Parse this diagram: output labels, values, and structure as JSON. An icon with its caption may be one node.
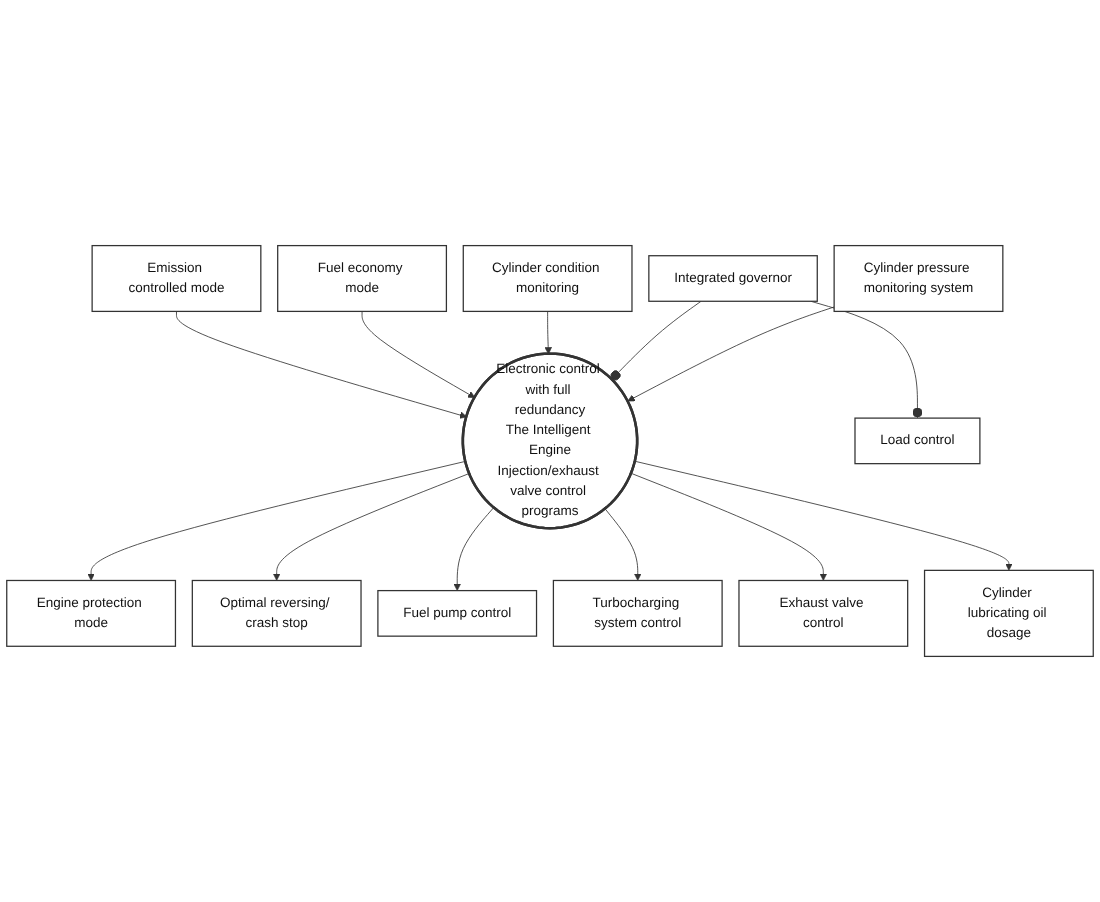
{
  "diagram": {
    "nodes": [
      {
        "text": [
          "Emission controlled mode"
        ]
      },
      {
        "text": [
          "Engine protection mode"
        ]
      },
      {
        "text": [
          "Fuel economy mode"
        ]
      },
      {
        "text": [
          "Optimal reversing/ crash stop"
        ]
      },
      {
        "text": [
          "Cylinder condition monitoring"
        ]
      },
      {
        "text": [
          "Electronic control with full redundancy",
          "The Intelligent Engine",
          "Injection/exhaust valve control programs"
        ]
      },
      {
        "text": [
          "Integrated governor"
        ]
      },
      {
        "text": [
          "Cylinder pressure monitoring system"
        ]
      },
      {
        "text": [
          "Load control"
        ]
      },
      {
        "text": [
          "Fuel pump control"
        ]
      },
      {
        "text": [
          "Turbocharging system control"
        ]
      },
      {
        "text": [
          "Exhaust valve control"
        ]
      },
      {
        "text": [
          "Cylinder lubricating oil dosage"
        ]
      }
    ],
    "edges": [
      {
        "from": 0,
        "to": 5,
        "arrow": "to"
      },
      {
        "from": 5,
        "to": 1,
        "arrow": "to"
      },
      {
        "from": 2,
        "to": 5,
        "arrow": "to"
      },
      {
        "from": 5,
        "to": 3,
        "arrow": "to"
      },
      {
        "from": 4,
        "to": 5,
        "arrow": "to"
      },
      {
        "from": 6,
        "to": 5,
        "arrow": "other"
      },
      {
        "from": 7,
        "to": 5,
        "arrow": "to"
      },
      {
        "from": 6,
        "to": 8,
        "arrow": "other"
      },
      {
        "from": 5,
        "to": 9,
        "arrow": "to"
      },
      {
        "from": 5,
        "to": 10,
        "arrow": "to"
      },
      {
        "from": 5,
        "to": 11,
        "arrow": "to"
      },
      {
        "from": 5,
        "to": 12,
        "arrow": "to"
      }
    ]
  }
}
